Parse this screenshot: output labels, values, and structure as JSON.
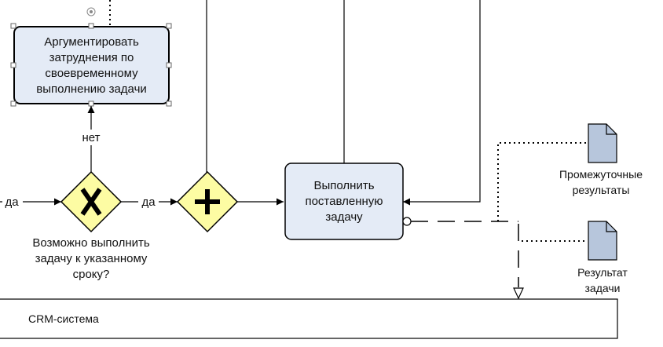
{
  "tasks": {
    "argue": {
      "lines": [
        "Аргументировать",
        "затруднения по",
        "своевременному",
        "выполнению задачи"
      ]
    },
    "execute": {
      "lines": [
        "Выполнить",
        "поставленную",
        "задачу"
      ]
    }
  },
  "gateways": {
    "exclusive": {
      "symbol": "X",
      "question_lines": [
        "Возможно выполнить",
        "задачу к указанному",
        "сроку?"
      ]
    },
    "parallel": {
      "symbol": "+"
    }
  },
  "flow_labels": {
    "no": "нет",
    "yes_left": "да",
    "yes_right": "да"
  },
  "artifacts": {
    "intermediate": {
      "lines": [
        "Промежуточные",
        "результаты"
      ],
      "icon": "document-icon"
    },
    "result": {
      "lines": [
        "Результат",
        "задачи"
      ],
      "icon": "document-icon"
    }
  },
  "pool": {
    "label": "CRM-система"
  },
  "colors": {
    "task_fill": "#e4ebf6",
    "gateway_fill": "#fdfca3",
    "document_fill": "#b7c6dc",
    "stroke": "#000000"
  }
}
